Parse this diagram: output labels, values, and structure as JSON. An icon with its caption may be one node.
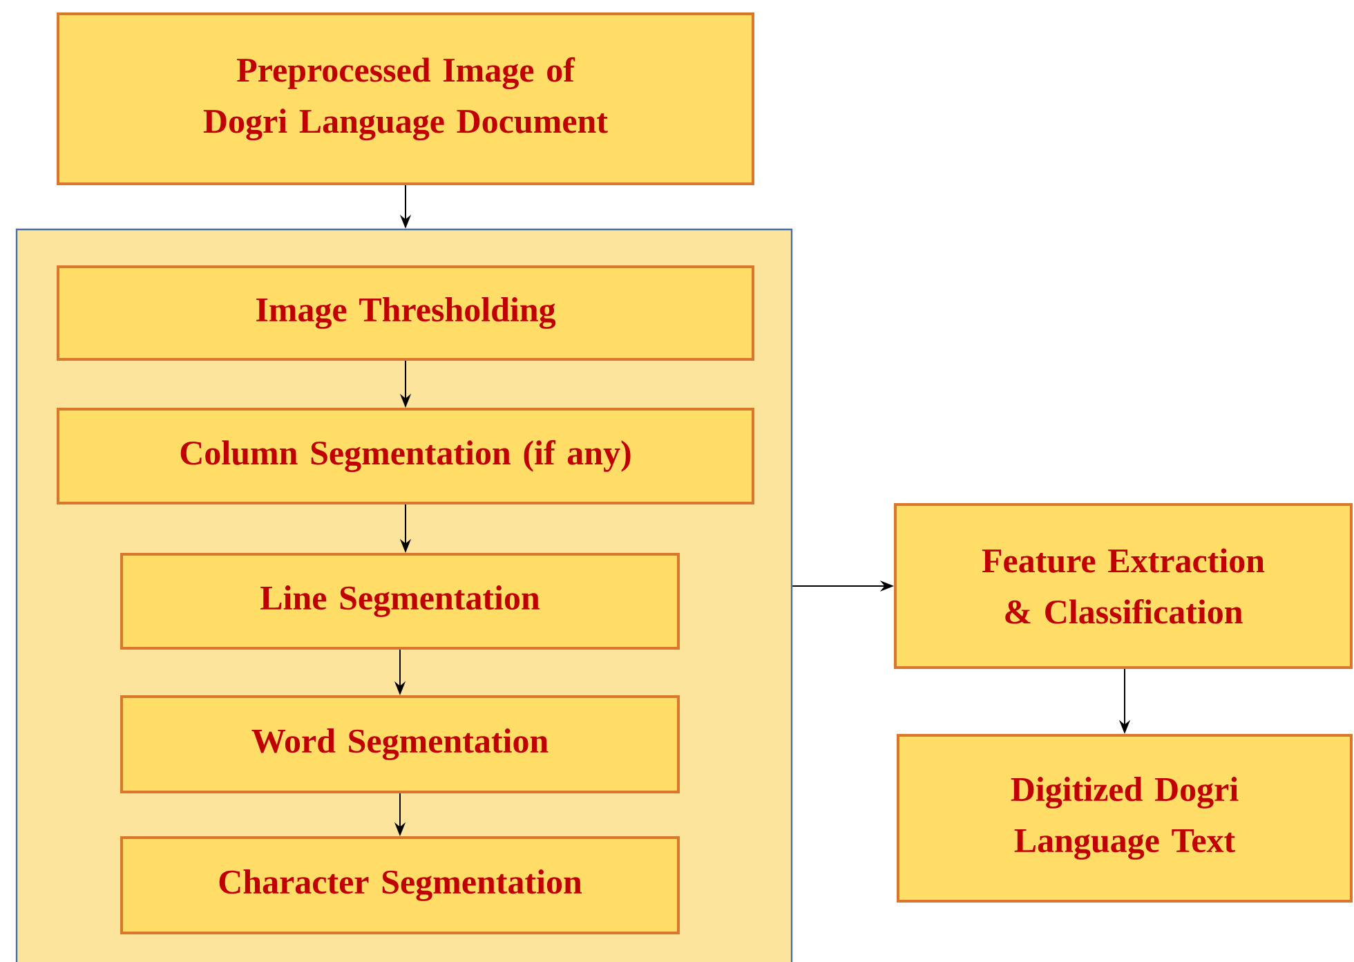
{
  "diagram": {
    "nodes": [
      {
        "text": [
          "Preprocessed Image of Dogri Language Document"
        ]
      },
      {
        "text": [],
        "shape": "box"
      },
      {
        "text": [
          "Image Thresholding"
        ],
        "in": 1
      },
      {
        "text": [
          "Column Segmentation (if any)"
        ],
        "in": 1
      },
      {
        "text": [
          "Line Segmentation"
        ],
        "in": 1
      },
      {
        "text": [
          "Word Segmentation"
        ],
        "in": 1
      },
      {
        "text": [
          "Character Segmentation"
        ],
        "in": 1
      },
      {
        "text": [
          "Feature Extraction & Classification"
        ]
      },
      {
        "text": [
          "Digitized Dogri Language Text"
        ]
      }
    ],
    "edges": [
      {
        "from": 0,
        "to": 1,
        "arrow": "to"
      },
      {
        "from": 2,
        "to": 3,
        "arrow": "to"
      },
      {
        "from": 3,
        "to": 4,
        "arrow": "to"
      },
      {
        "from": 4,
        "to": 5,
        "arrow": "to"
      },
      {
        "from": 5,
        "to": 6,
        "arrow": "to"
      },
      {
        "from": 1,
        "to": 7,
        "arrow": "to"
      },
      {
        "from": 7,
        "to": 8,
        "arrow": "to"
      }
    ]
  }
}
